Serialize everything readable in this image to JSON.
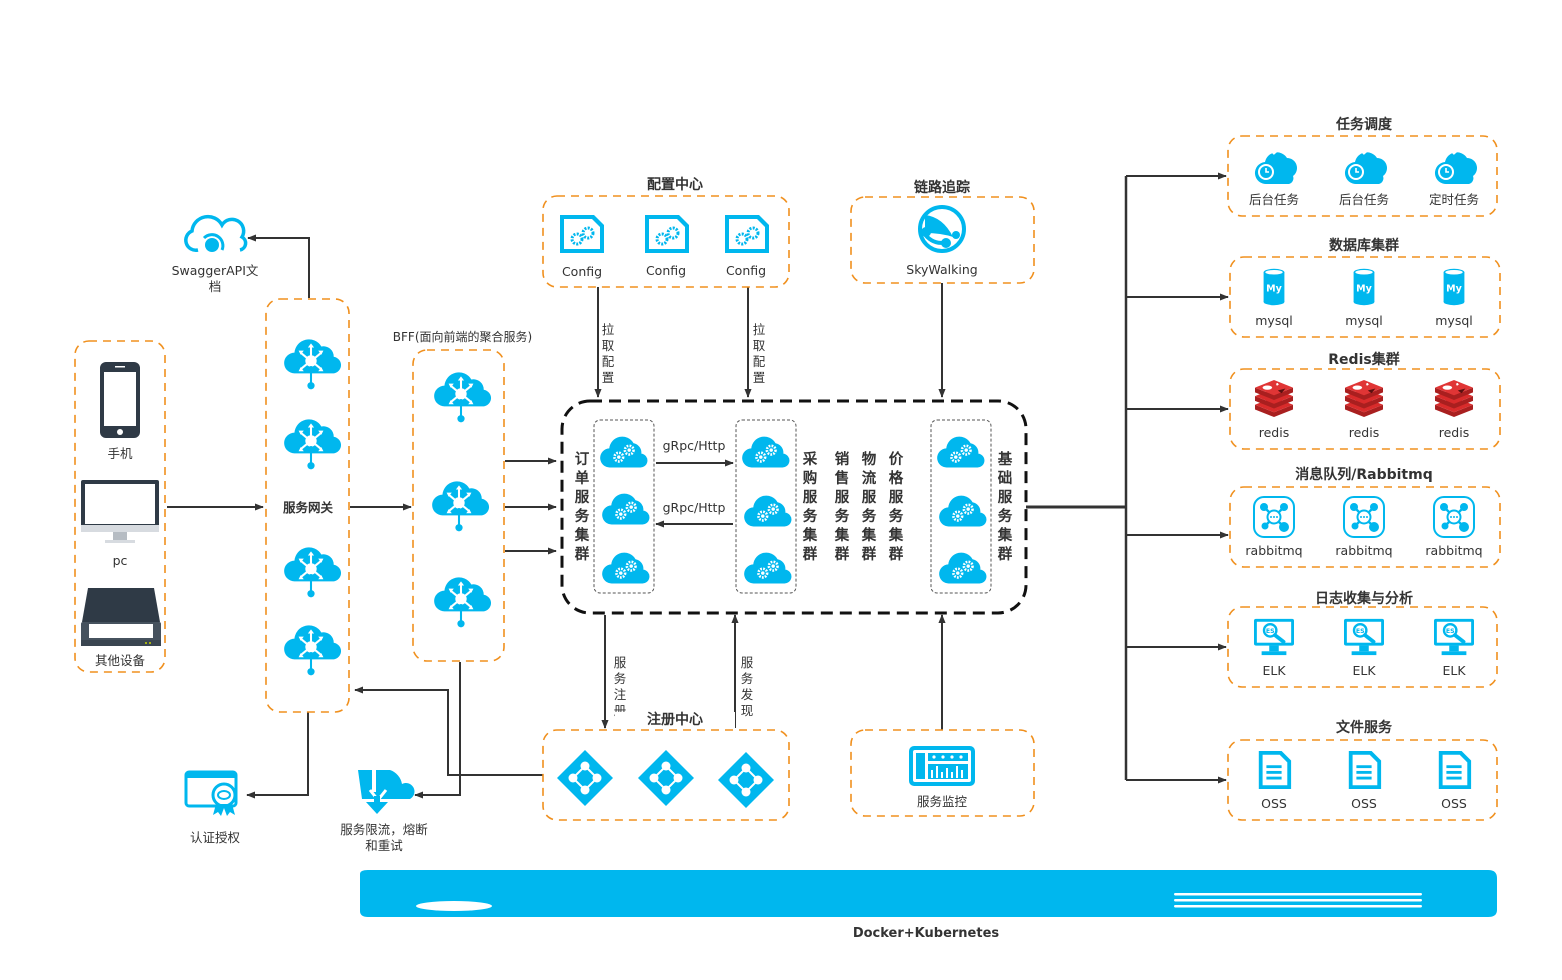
{
  "colors": {
    "accent": "#00b7ee",
    "border": "#f0901e",
    "line": "#333333",
    "redis": "#d92b2b",
    "dark": "#2f3a46"
  },
  "clients": {
    "items": [
      {
        "label": "手机",
        "icon": "phone-icon"
      },
      {
        "label": "pc",
        "icon": "monitor-icon"
      },
      {
        "label": "其他设备",
        "icon": "scanner-icon"
      }
    ]
  },
  "swagger": {
    "label_line1": "SwaggerAPI文",
    "label_line2": "档"
  },
  "gateway": {
    "label": "服务网关"
  },
  "auth": {
    "label": "认证授权"
  },
  "ratelimit": {
    "label_line1": "服务限流，熔断",
    "label_line2": "和重试"
  },
  "bff": {
    "title": "BFF(面向前端的聚合服务)"
  },
  "config_center": {
    "title": "配置中心",
    "items": [
      "Config",
      "Config",
      "Config"
    ],
    "pull_label": "拉取配置"
  },
  "tracing": {
    "title": "链路追踪",
    "item": "SkyWalking"
  },
  "services": {
    "order": "订单服务集群",
    "procurement": "采购服务集群",
    "sales": "销售服务集群",
    "logistics": "物流服务集群",
    "pricing": "价格服务集群",
    "basic": "基础服务集群",
    "call_right": "gRpc/Http",
    "call_left": "gRpc/Http"
  },
  "registry": {
    "title": "注册中心",
    "register_label": "服务注册",
    "discover_label": "服务发现"
  },
  "monitor": {
    "label": "服务监控"
  },
  "right_groups": [
    {
      "title": "任务调度",
      "items": [
        "后台任务",
        "后台任务",
        "定时任务"
      ],
      "icon": "cloud-clock-icon"
    },
    {
      "title": "数据库集群",
      "items": [
        "mysql",
        "mysql",
        "mysql"
      ],
      "icon": "mysql-icon"
    },
    {
      "title": "Redis集群",
      "items": [
        "redis",
        "redis",
        "redis"
      ],
      "icon": "redis-icon"
    },
    {
      "title": "消息队列/Rabbitmq",
      "items": [
        "rabbitmq",
        "rabbitmq",
        "rabbitmq"
      ],
      "icon": "rabbitmq-icon"
    },
    {
      "title": "日志收集与分析",
      "items": [
        "ELK",
        "ELK",
        "ELK"
      ],
      "icon": "elk-icon"
    },
    {
      "title": "文件服务",
      "items": [
        "OSS",
        "OSS",
        "OSS"
      ],
      "icon": "oss-icon"
    }
  ],
  "platform": {
    "label": "Docker+Kubernetes"
  }
}
